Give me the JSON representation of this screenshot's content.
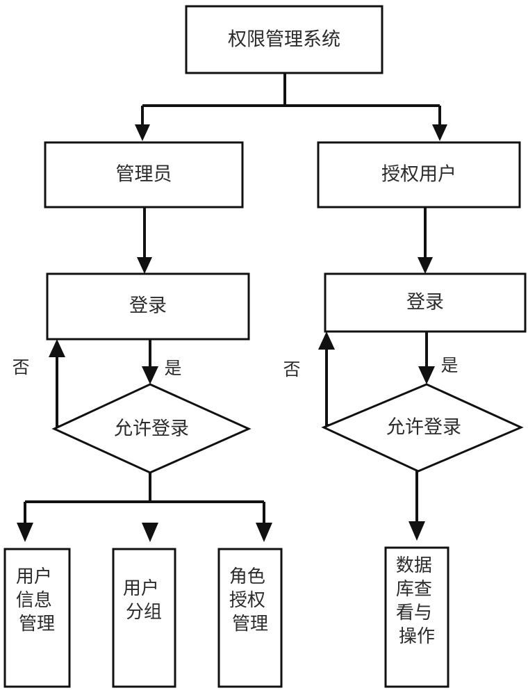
{
  "diagram": {
    "type": "flowchart",
    "title_node": "权限管理系统",
    "nodes": {
      "root": {
        "label": "权限管理系统",
        "shape": "rectangle"
      },
      "admin": {
        "label": "管理员",
        "shape": "rectangle"
      },
      "authorized_user": {
        "label": "授权用户",
        "shape": "rectangle"
      },
      "admin_login": {
        "label": "登录",
        "shape": "rectangle"
      },
      "user_login": {
        "label": "登录",
        "shape": "rectangle"
      },
      "admin_decision": {
        "label": "允许登录",
        "shape": "diamond"
      },
      "user_decision": {
        "label": "允许登录",
        "shape": "diamond"
      },
      "user_info_mgmt": {
        "shape": "rectangle",
        "lines": [
          "用户",
          "信息",
          "管理"
        ]
      },
      "user_group": {
        "shape": "rectangle",
        "lines": [
          "用户",
          "分组"
        ]
      },
      "role_auth_mgmt": {
        "shape": "rectangle",
        "lines": [
          "角色",
          "授权",
          "管理"
        ]
      },
      "db_view_op": {
        "shape": "rectangle",
        "lines": [
          "数据",
          "库查",
          "看与",
          "操作"
        ]
      }
    },
    "edge_labels": {
      "admin_no": "否",
      "admin_yes": "是",
      "user_no": "否",
      "user_yes": "是"
    },
    "colors": {
      "stroke": "#111111",
      "fill": "#ffffff",
      "text": "#2b2b2b"
    }
  }
}
